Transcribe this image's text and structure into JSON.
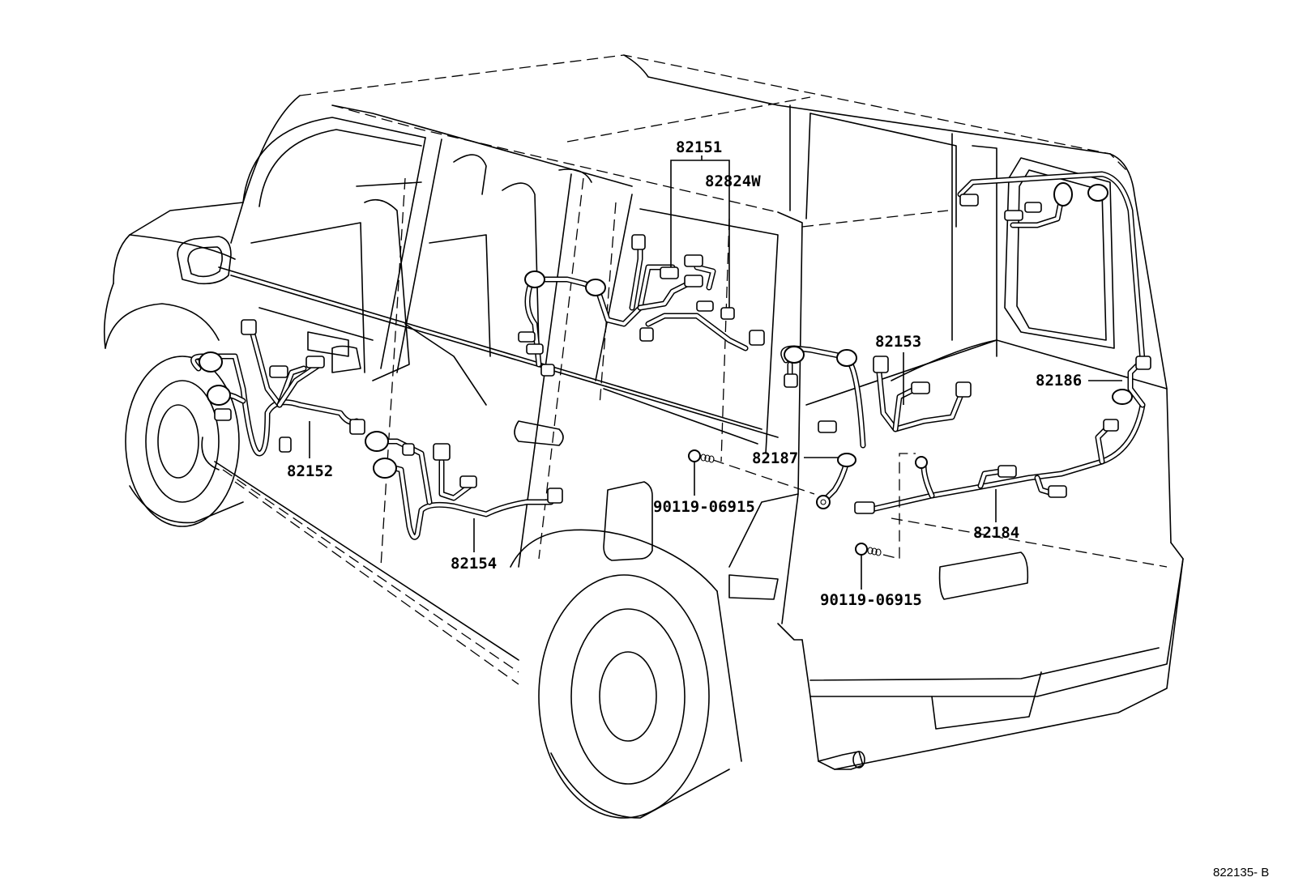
{
  "diagram": {
    "type": "parts-illustration",
    "subject": "vehicle body wiring harness layout",
    "figure_id": "822135- B",
    "callouts": [
      {
        "id": "82151",
        "label": "82151"
      },
      {
        "id": "82824W",
        "label": "82824W"
      },
      {
        "id": "82152",
        "label": "82152"
      },
      {
        "id": "82153",
        "label": "82153"
      },
      {
        "id": "82154",
        "label": "82154"
      },
      {
        "id": "82184",
        "label": "82184"
      },
      {
        "id": "82186",
        "label": "82186"
      },
      {
        "id": "82187",
        "label": "82187"
      },
      {
        "id": "bolt-1",
        "label": "90119-06915"
      },
      {
        "id": "bolt-2",
        "label": "90119-06915"
      }
    ],
    "colors": {
      "line": "#000000",
      "background": "#ffffff"
    }
  }
}
